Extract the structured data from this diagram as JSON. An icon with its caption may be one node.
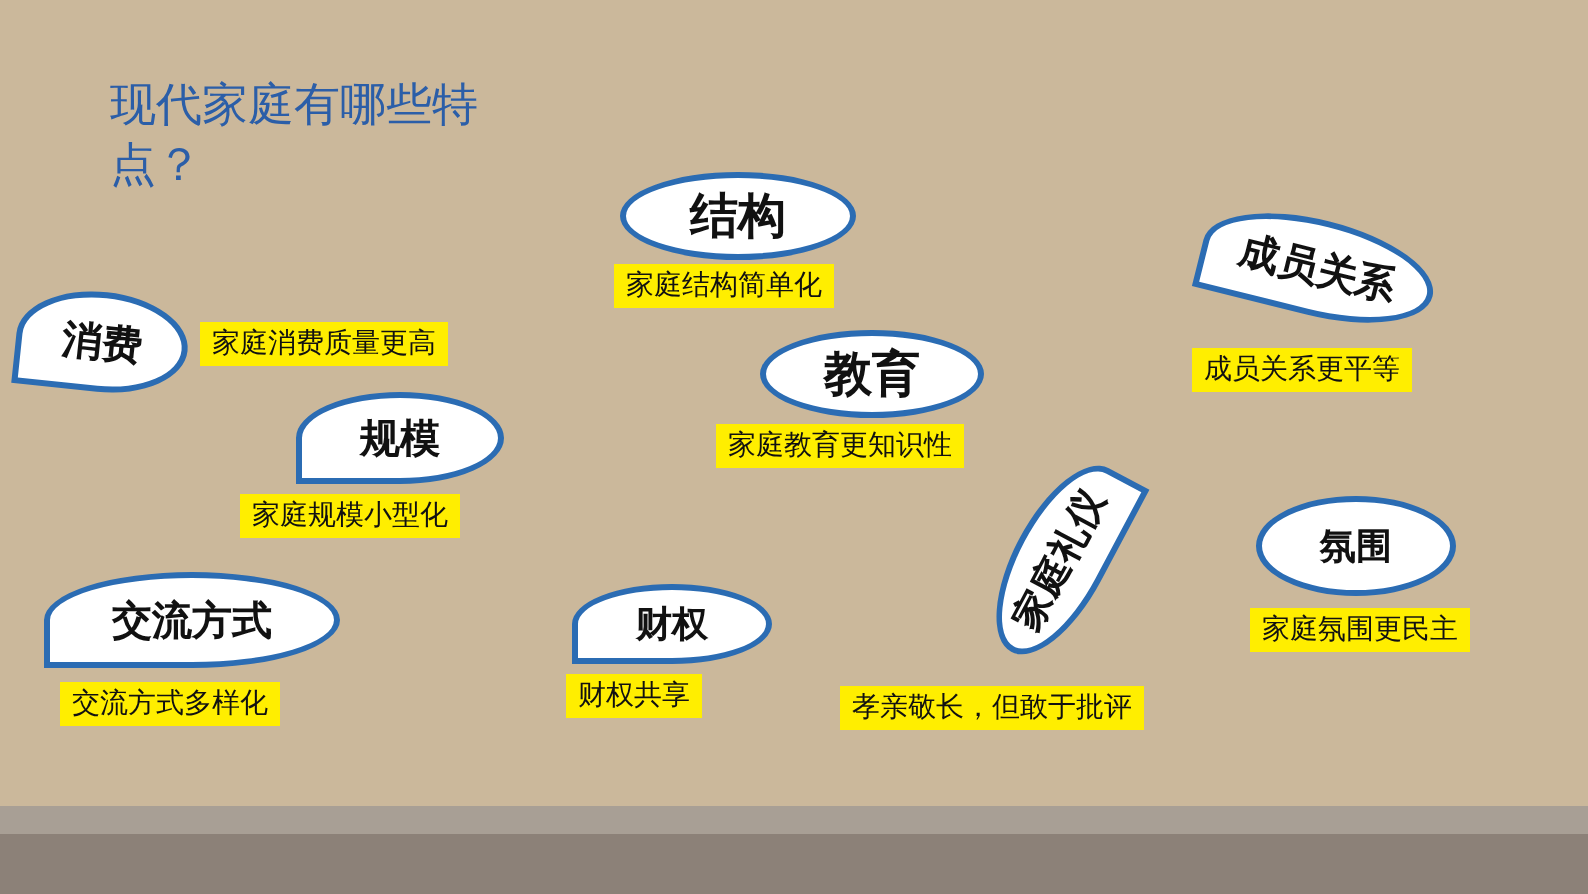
{
  "diagram": {
    "title": "现代家庭有哪些特点？",
    "nodes": [
      {
        "text": [
          "结构"
        ],
        "beside": [
          "家庭结构简单化"
        ]
      },
      {
        "text": [
          "成员关系"
        ],
        "beside": [
          "成员关系更平等"
        ]
      },
      {
        "text": [
          "消费"
        ],
        "beside": [
          "家庭消费质量更高"
        ]
      },
      {
        "text": [
          "教育"
        ],
        "beside": [
          "家庭教育更知识性"
        ]
      },
      {
        "text": [
          "规模"
        ],
        "beside": [
          "家庭规模小型化"
        ]
      },
      {
        "text": [
          "家庭礼仪"
        ],
        "beside": [
          "孝亲敬长，但敢于批评"
        ]
      },
      {
        "text": [
          "氛围"
        ],
        "beside": [
          "家庭氛围更民主"
        ]
      },
      {
        "text": [
          "交流方式"
        ],
        "beside": [
          "交流方式多样化"
        ]
      },
      {
        "text": [
          "财权"
        ],
        "beside": [
          "财权共享"
        ]
      }
    ]
  }
}
